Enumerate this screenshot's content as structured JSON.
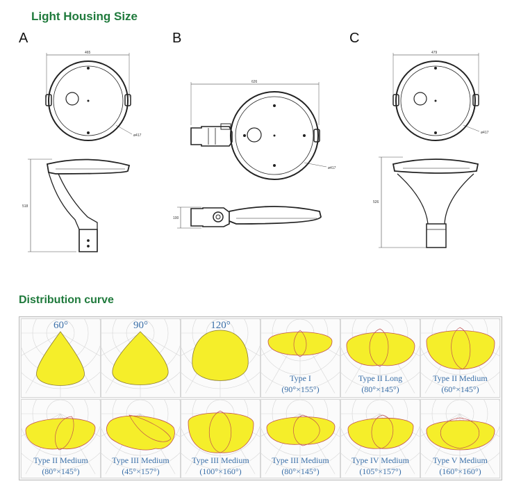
{
  "headings": {
    "housing": "Light Housing Size",
    "distribution": "Distribution curve"
  },
  "views": [
    {
      "letter": "A",
      "width_dim": "465",
      "diameter_dim": "ø417",
      "height_dim": "518"
    },
    {
      "letter": "B",
      "width_dim": "626",
      "diameter_dim": "ø417",
      "height_dim": "100"
    },
    {
      "letter": "C",
      "width_dim": "479",
      "diameter_dim": "ø417",
      "height_dim": "526"
    }
  ],
  "curves": [
    {
      "type": "60°",
      "angle": ""
    },
    {
      "type": "90°",
      "angle": ""
    },
    {
      "type": "120°",
      "angle": ""
    },
    {
      "type": "Type I",
      "angle": "(90°×155°)"
    },
    {
      "type": "Type II Long",
      "angle": "(80°×145°)"
    },
    {
      "type": "Type II Medium",
      "angle": "(60°×145°)"
    },
    {
      "type": "Type II Medium",
      "angle": "(80°×145°)"
    },
    {
      "type": "Type III Medium",
      "angle": "(45°×157°)"
    },
    {
      "type": "Type III Medium",
      "angle": "(100°×160°)"
    },
    {
      "type": "Type III Medium",
      "angle": "(80°×145°)"
    },
    {
      "type": "Type IV Medium",
      "angle": "(105°×157°)"
    },
    {
      "type": "Type V Medium",
      "angle": "(160°×160°)"
    }
  ],
  "colors": {
    "heading": "#1f7a3c",
    "beam": "#f5ee2a",
    "beam_outline": "#c05050",
    "label": "#3a6fa8"
  }
}
